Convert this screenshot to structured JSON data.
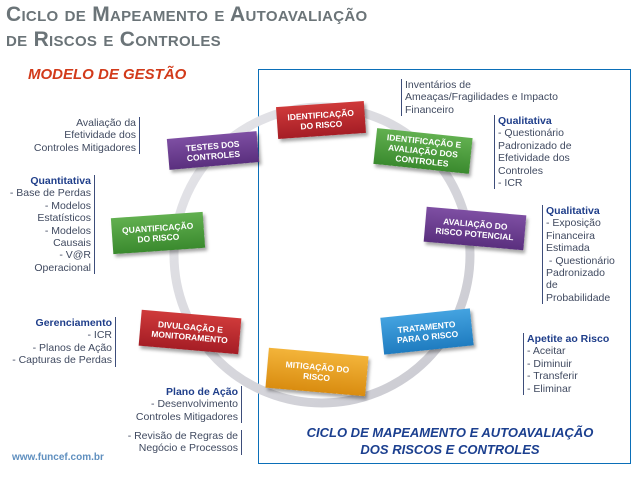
{
  "title": {
    "line1": "Ciclo de Mapeamento e Autoavaliação",
    "line2": "de Riscos e Controles"
  },
  "subtitle": "MODELO DE GESTÃO",
  "footer_url": "www.funcef.com.br",
  "cycle_title": {
    "line1": "CICLO DE MAPEAMENTO E AUTOAVALIAÇÃO",
    "line2": "DOS RISCOS E CONTROLES"
  },
  "colors": {
    "frame": "#0b6fb8",
    "title": "#6b7478",
    "subtitle": "#d23a1a",
    "cycle_title": "#1b3f8f"
  },
  "steps": {
    "identificacao": {
      "line1": "IDENTIFICAÇÃO",
      "line2": "DO RISCO",
      "color": "#c0262d"
    },
    "identificacao_avaliacao": {
      "line1": "IDENTIFICAÇÃO E",
      "line2": "AVALIAÇÃO DOS",
      "line3": "CONTROLES",
      "color": "#4a9a3c"
    },
    "avaliacao_potencial": {
      "line1": "AVALIAÇÃO DO",
      "line2": "RISCO POTENCIAL",
      "color": "#6b3e8f"
    },
    "tratamento": {
      "line1": "TRATAMENTO",
      "line2": "PARA O RISCO",
      "color": "#2f8fd0"
    },
    "mitigacao": {
      "line1": "MITIGAÇÃO DO",
      "line2": "RISCO",
      "color": "#e9a21a"
    },
    "divulgacao": {
      "line1": "DIVULGAÇÃO E",
      "line2": "MONITORAMENTO",
      "color": "#c0262d"
    },
    "quantificacao": {
      "line1": "QUANTIFICAÇÃO",
      "line2": "DO RISCO",
      "color": "#4a9a3c"
    },
    "testes": {
      "line1": "TESTES DOS",
      "line2": "CONTROLES",
      "color": "#6b3e8f"
    }
  },
  "annotations": {
    "inventarios": {
      "line1": "Inventários de",
      "line2": "Ameaças/Fragilidades e Impacto",
      "line3": "Financeiro"
    },
    "qualitativa1": {
      "heading": "Qualitativa",
      "line1": "- Questionário",
      "line2": "Padronizado de",
      "line3": "Efetividade dos",
      "line4": "Controles",
      "line5": "- ICR"
    },
    "qualitativa2": {
      "heading": "Qualitativa",
      "line1": "- Exposição",
      "line2": "Financeira",
      "line3": "Estimada",
      "line4": " - Questionário",
      "line5": "Padronizado",
      "line6": "de",
      "line7": "Probabilidade"
    },
    "apetite": {
      "heading": "Apetite ao Risco",
      "line1": "- Aceitar",
      "line2": "- Diminuir",
      "line3": "- Transferir",
      "line4": "- Eliminar"
    },
    "avaliacao_efetividade": {
      "line1": "Avaliação da",
      "line2": "Efetividade dos",
      "line3": "Controles Mitigadores"
    },
    "quantitativa": {
      "heading": "Quantitativa",
      "line1": "- Base de Perdas",
      "line2": "- Modelos",
      "line3": "Estatísticos",
      "line4": "- Modelos",
      "line5": "Causais",
      "line6": "- V@R",
      "line7": "Operacional"
    },
    "gerenciamento": {
      "heading": "Gerenciamento",
      "line1": "- ICR",
      "line2": "- Planos de Ação",
      "line3": "- Capturas de Perdas"
    },
    "plano_acao": {
      "heading": "Plano de Ação",
      "line1": "- Desenvolvimento",
      "line2": "Controles Mitigadores"
    },
    "revisao": {
      "line1": "- Revisão de Regras de",
      "line2": "Negócio e Processos"
    }
  }
}
